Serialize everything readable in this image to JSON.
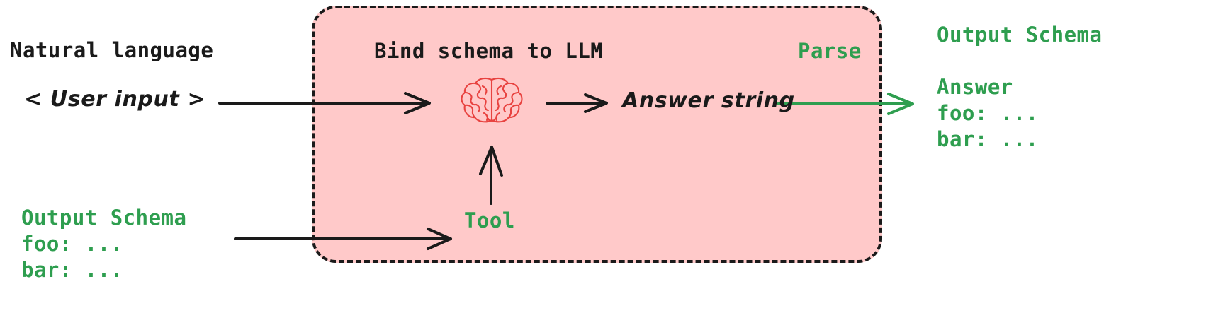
{
  "diagram": {
    "title": "Bind schema to LLM — structured output parsing flow",
    "colors": {
      "panel_fill": "#FFC9C9",
      "panel_border": "#1a1a1a",
      "accent_green": "#2E9E4F",
      "brain_red": "#E8423F",
      "text_black": "#1a1a1a",
      "background": "#ffffff"
    }
  },
  "left": {
    "heading": "Natural language",
    "user_input": "< User input >",
    "schema_block": "Output Schema\nfoo: ...\nbar: ..."
  },
  "panel": {
    "heading": "Bind schema to LLM",
    "parse_label": "Parse",
    "answer_string": "Answer string",
    "tool_label": "Tool",
    "brain_icon": "brain-icon"
  },
  "right": {
    "schema_block": "Output Schema\n\nAnswer\nfoo: ...\nbar: ..."
  },
  "arrows": {
    "input_to_llm": "arrow-user-input-to-llm",
    "llm_to_answer": "arrow-llm-to-answer-string",
    "answer_to_output": "arrow-answer-to-output-schema",
    "schema_to_tool": "arrow-output-schema-to-tool",
    "tool_to_llm": "arrow-tool-to-llm"
  }
}
